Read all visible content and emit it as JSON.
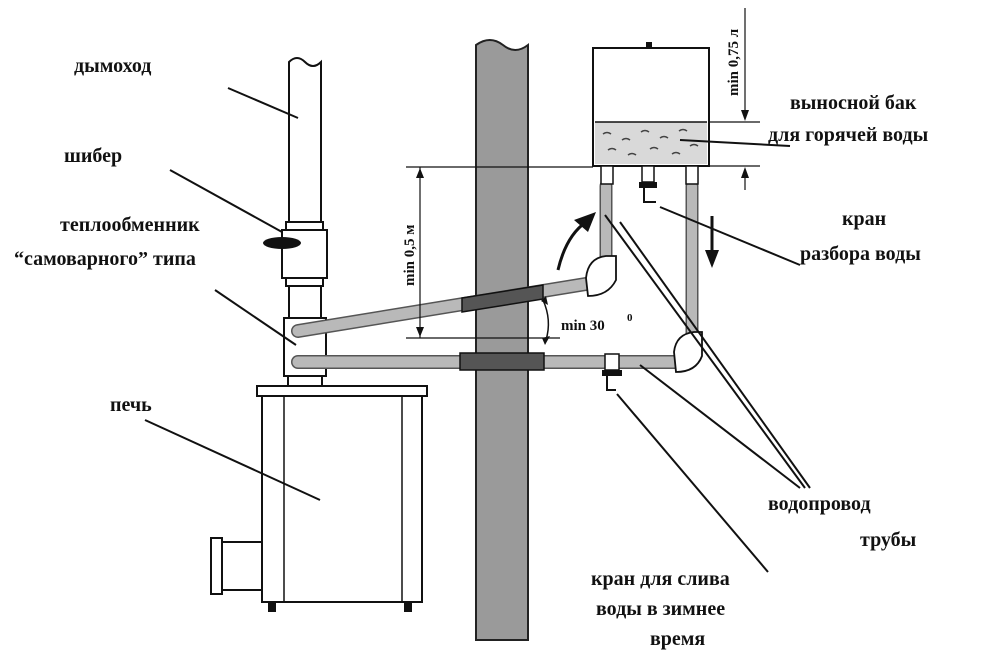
{
  "labels": {
    "chimney": "дымоход",
    "damper": "шибер",
    "heat_exchanger_line1": "теплообменник",
    "heat_exchanger_line2": "“самоварного” типа",
    "stove": "печь",
    "tank_line1": "выносной бак",
    "tank_line2": "для горячей воды",
    "tap_line1": "кран",
    "tap_line2": "разбора воды",
    "pipes_line1": "водопровод",
    "pipes_line2": "трубы",
    "drain_line1": "кран для слива",
    "drain_line2": "воды в зимнее",
    "drain_line3": "время"
  },
  "dimensions": {
    "tank_volume": "min 0,75 л",
    "height_min": "min 0,5 м",
    "angle_min": "min 30",
    "angle_unit": "0"
  },
  "colors": {
    "pipe": "#b9b9b9",
    "wall": "#9a9a9a",
    "line": "#111111"
  }
}
